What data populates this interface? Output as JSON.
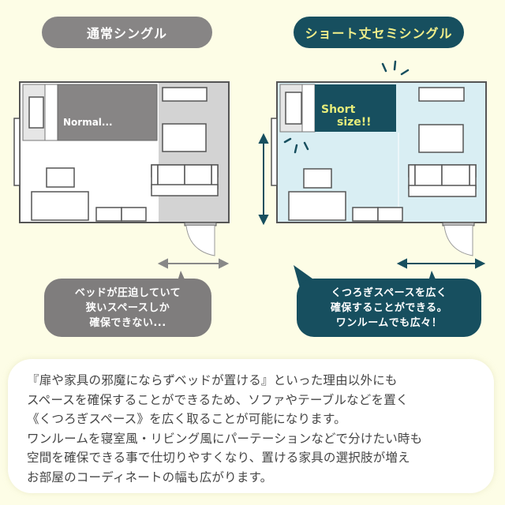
{
  "headers": {
    "left": "通常シングル",
    "right": "ショート丈セミシングル"
  },
  "plans": {
    "left": {
      "bed_label": "Normal..."
    },
    "right": {
      "bed_label_line1": "Short",
      "bed_label_line2": "size!!"
    }
  },
  "bubbles": {
    "left": "ベッドが圧迫していて\n狭いスペースしか\n確保できない...",
    "right": "くつろぎスペースを広く\n確保することができる。\nワンルームでも広々！"
  },
  "description": "『扉や家具の邪魔にならずベッドが置ける』といった理由以外にも\nスペースを確保することができるため、ソファやテーブルなどを置く\n《くつろぎスペース》を広く取ることが可能になります。\nワンルームを寝室風・リビング風にパーテーションなどで分けたい時も\n空間を確保できる事で仕切りやすくなり、置ける家具の選択肢が増え\nお部屋のコーディネートの幅も広がります。",
  "colors": {
    "background": "#fdfde6",
    "gray_pill": "#878585",
    "teal": "#174f5f",
    "yellow_text": "#f0ee8a",
    "light_blue_floor": "#d9eef3",
    "gray_zone": "#d3d3d3",
    "bed_gray": "#878585",
    "wall": "#555555"
  }
}
